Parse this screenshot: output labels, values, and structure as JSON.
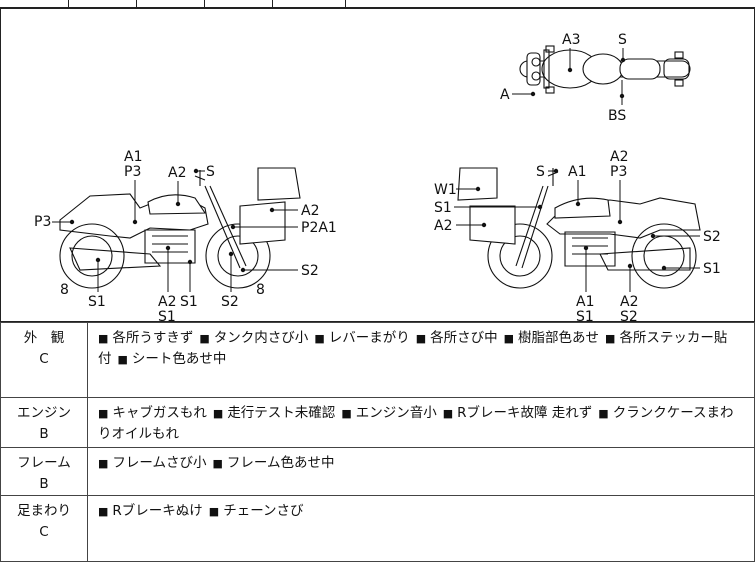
{
  "diagram": {
    "labels": {
      "top_view": {
        "a3": "A3",
        "s": "S",
        "a": "A",
        "bs": "BS"
      },
      "left_side": {
        "a1": "A1",
        "p3_top": "P3",
        "a2": "A2",
        "s": "S",
        "p3_left": "P3",
        "a2_right": "A2",
        "p2a1": "P2A1",
        "s2_right": "S2",
        "n8_left": "8",
        "s1_a": "S1",
        "a2_bottom": "A2",
        "s1_b": "S1",
        "s1_c": "S1",
        "s2_bottom": "S2",
        "n8_right": "8"
      },
      "right_side": {
        "s": "S",
        "a1_top": "A1",
        "a2_top": "A2",
        "p3": "P3",
        "w1": "W1",
        "s1": "S1",
        "a2_left": "A2",
        "s2_right": "S2",
        "s1_right": "S1",
        "a1_bottom": "A1",
        "s1_bottom": "S1",
        "a2_bottom": "A2",
        "s2_bottom": "S2"
      }
    }
  },
  "conditions": [
    {
      "name": "外　観",
      "grade": "C",
      "items": [
        "各所うすきず",
        "タンク内さび小",
        "レバーまがり",
        "各所さび中",
        "樹脂部色あせ",
        "各所ステッカー貼付",
        "シート色あせ中"
      ]
    },
    {
      "name": "エンジン",
      "grade": "B",
      "items": [
        "キャブガスもれ",
        "走行テスト未確認",
        "エンジン音小",
        "Rブレーキ故障 走れず",
        "クランクケースまわりオイルもれ"
      ]
    },
    {
      "name": "フレーム",
      "grade": "B",
      "items": [
        "フレームさび小",
        "フレーム色あせ中"
      ]
    },
    {
      "name": "足まわり",
      "grade": "C",
      "items": [
        "Rブレーキぬけ",
        "チェーンさび"
      ]
    }
  ],
  "bullet": "■"
}
